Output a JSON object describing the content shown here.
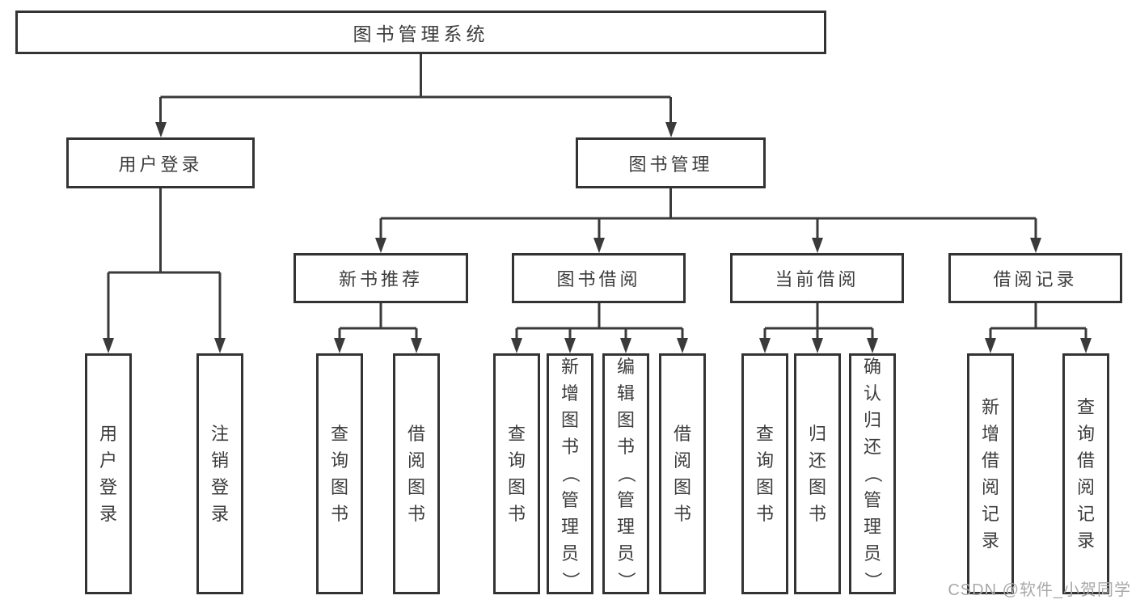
{
  "diagram": {
    "root": "图书管理系统",
    "level2": {
      "user_login": "用户登录",
      "book_management": "图书管理"
    },
    "level3": {
      "new_book_recommend": "新书推荐",
      "book_borrow": "图书借阅",
      "current_borrow": "当前借阅",
      "borrow_records": "借阅记录"
    },
    "leaves": {
      "user_login": [
        "用户登录",
        "注销登录"
      ],
      "new_book_recommend": [
        "查询图书",
        "借阅图书"
      ],
      "book_borrow": [
        "查询图书",
        "新增图书（管理员）",
        "编辑图书（管理员）",
        "借阅图书"
      ],
      "current_borrow": [
        "查询图书",
        "归还图书",
        "确认归还（管理员）"
      ],
      "borrow_records": [
        "新增借阅记录",
        "查询借阅记录"
      ]
    },
    "watermark": "CSDN @软件_小贺同学",
    "colors": {
      "line": "#3a3a3a",
      "border": "#333333",
      "text": "#3c3c3c",
      "watermark": "#a9a9a9",
      "background": "#ffffff"
    }
  }
}
